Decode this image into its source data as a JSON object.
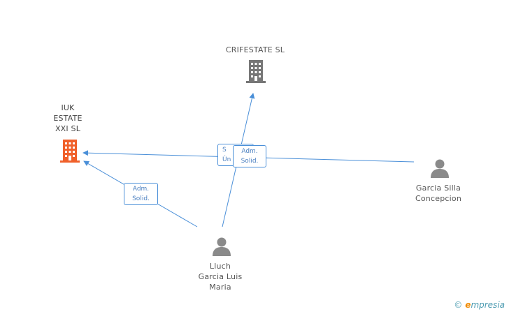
{
  "companies": {
    "crifestate": {
      "name": "CRIFESTATE SL"
    },
    "iuk": {
      "name_lines": [
        "IUK",
        "ESTATE",
        "XXI SL"
      ]
    }
  },
  "people": {
    "garcia_silla": {
      "name_lines": [
        "Garcia Silla",
        "Concepcion"
      ]
    },
    "lluch": {
      "name_lines": [
        "Lluch",
        "Garcia Luis",
        "Maria"
      ]
    }
  },
  "roles": {
    "lluch_to_iuk": [
      "Adm.",
      "Solid."
    ],
    "partial_back": [
      "S",
      "Ún"
    ],
    "front_mid": [
      "Adm.",
      "Solid."
    ]
  },
  "watermark": {
    "copyright": "©",
    "brand_initial": "e",
    "brand_rest": "mpresia"
  },
  "colors": {
    "edge": "#4a8fd8",
    "company_gray": "#777777",
    "company_highlight": "#f0602a",
    "person_gray": "#8a8a8a"
  },
  "icons": {
    "company": "building-icon",
    "person": "person-icon"
  }
}
